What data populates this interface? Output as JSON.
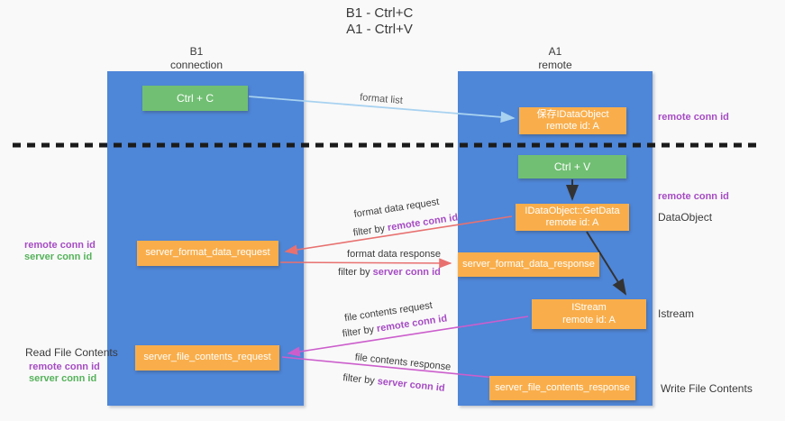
{
  "title": {
    "line1": "B1 - Ctrl+C",
    "line2": "A1 - Ctrl+V"
  },
  "columns": {
    "left": {
      "name": "B1",
      "role": "connection"
    },
    "right": {
      "name": "A1",
      "role": "remote"
    }
  },
  "boxes": {
    "ctrl_c": "Ctrl + C",
    "ctrl_v": "Ctrl + V",
    "save_dataobject": {
      "line1": "保存IDataObject",
      "line2": "remote id: A"
    },
    "getdata": {
      "line1": "IDataObject::GetData",
      "line2": "remote id: A"
    },
    "istream": {
      "line1": "IStream",
      "line2": "remote id: A"
    },
    "format_request": "server_format_data_request",
    "format_response": "server_format_data_response",
    "file_request": "server_file_contents_request",
    "file_response": "server_file_contents_response"
  },
  "arrow_labels": {
    "format_list": "format list",
    "format_request": {
      "title": "format data request",
      "filter_prefix": "filter by ",
      "filter_key": "remote conn id"
    },
    "format_response": {
      "title": "format data response",
      "filter_prefix": "filter by ",
      "filter_key": "server conn id"
    },
    "file_request": {
      "title": "file contents request",
      "filter_prefix": "filter by ",
      "filter_key": "remote conn id"
    },
    "file_response": {
      "title": "file contents response",
      "filter_prefix": "filter by ",
      "filter_key": "server conn id"
    }
  },
  "side_labels": {
    "left_format_remote": "remote conn id",
    "left_format_server": "server conn id",
    "left_file_title": "Read File Contents",
    "left_file_remote": "remote conn id",
    "left_file_server": "server conn id",
    "right_save_remote": "remote conn id",
    "right_getdata_remote": "remote conn id",
    "right_dataobject": "DataObject",
    "right_istream": "Istream",
    "right_write_file": "Write File Contents"
  },
  "colors": {
    "column_blue": "#4e86d8",
    "box_green": "#71bf73",
    "box_orange": "#f9ae4b",
    "remote_conn_id_purple": "#a64cc4",
    "server_conn_id_green": "#55b25a",
    "arrow_red": "#e87170",
    "arrow_magenta": "#cc5ecc",
    "arrow_lightblue": "#a8d2f0",
    "arrow_black": "#333333",
    "separator_black": "#1b1b1b"
  }
}
